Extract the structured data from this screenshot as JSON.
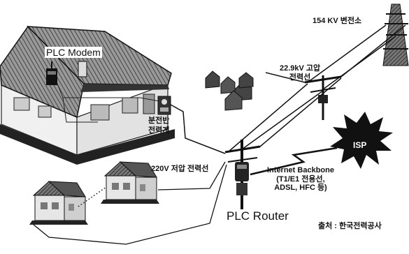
{
  "labels": {
    "substation": "154 KV 변전소",
    "hv_line_1": "22.9kV 고압",
    "hv_line_2": "전력선",
    "plc_modem": "PLC Modem",
    "panel_1": "분전반",
    "panel_2": "전력계",
    "lv_line": "220V 저압 전력선",
    "backbone_1": "Internet Backbone",
    "backbone_2": "(T1/E1 전용선,",
    "backbone_3": "ADSL, HFC 등)",
    "isp": "ISP",
    "plc_router": "PLC Router",
    "source": "출처 : 한국전력공사"
  },
  "icons": [
    "house-icon",
    "transformer-icon",
    "utility-pole-icon",
    "transmission-tower-icon",
    "isp-burst-icon",
    "lightning-icon",
    "meter-icon",
    "modem-icon"
  ],
  "colors": {
    "ink": "#111111",
    "roof_shade": "#555555",
    "wall": "#e6e6e6",
    "background": "#ffffff"
  }
}
